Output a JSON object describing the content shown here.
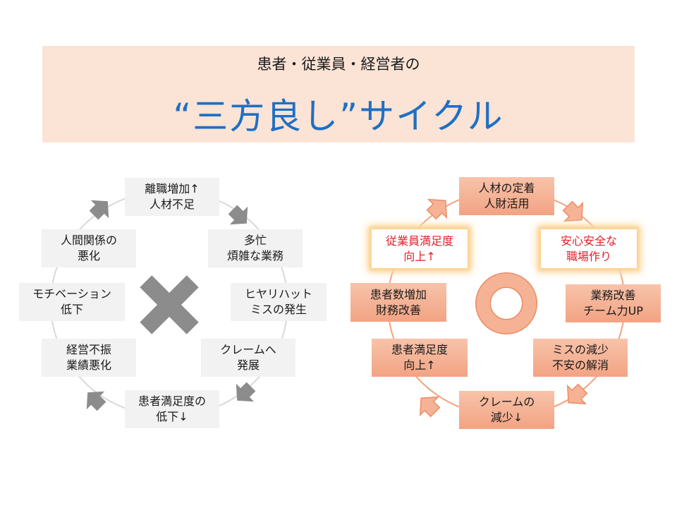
{
  "title": {
    "subtitle": "患者・従業員・経営者の",
    "main": "“三方良し”サイクル"
  },
  "negative_cycle": {
    "symbol": "cross-mark",
    "nodes": [
      "離職増加↑\n人材不足",
      "多忙\n煩雑な業務",
      "ヒヤリハット\nミスの発生",
      "クレームへ\n発展",
      "患者満足度の\n低下↓",
      "経営不振\n業績悪化",
      "モチベーション\n低下",
      "人間関係の\n悪化"
    ]
  },
  "positive_cycle": {
    "symbol": "circle-mark",
    "nodes": [
      "人材の定着\n人財活用",
      "安心安全な\n職場作り",
      "業務改善\nチーム力UP",
      "ミスの減少\n不安の解消",
      "クレームの\n減少↓",
      "患者満足度\n向上↑",
      "患者数増加\n財務改善",
      "従業員満足度\n向上↑"
    ]
  },
  "colors": {
    "title_bg": "#fbe4d6",
    "title_main": "#1f6fc4",
    "gray_box": "#f2f2f2",
    "gray_arrow": "#8c8c8c",
    "orange_box": "#f4aa88",
    "orange_stroke": "#f4a27e",
    "highlight_text": "#e0202a"
  }
}
